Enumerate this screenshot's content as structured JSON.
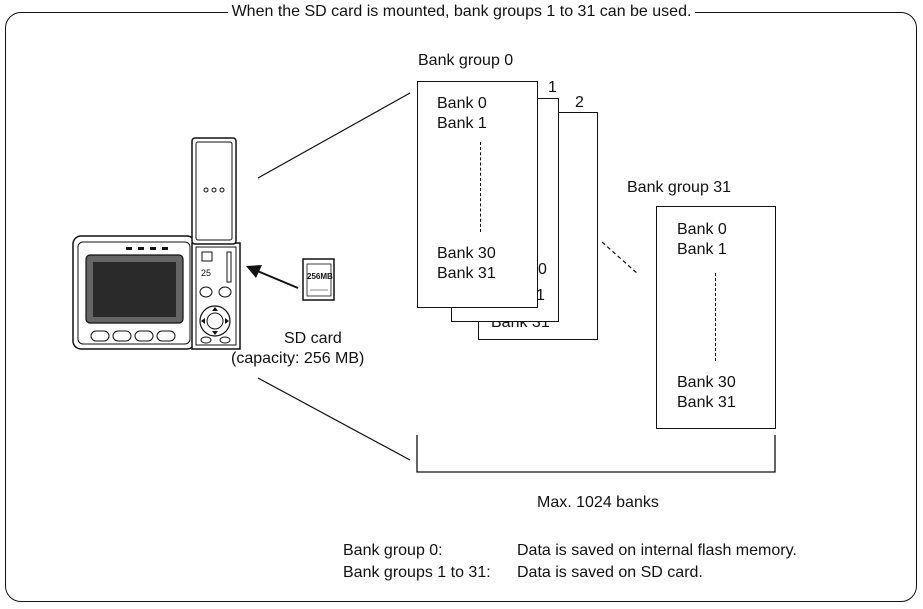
{
  "title": "When the SD card is mounted, bank groups 1 to 31 can be used.",
  "sd_card": {
    "label": "SD card",
    "capacity": "(capacity: 256 MB)",
    "card_text": "256MB"
  },
  "stack": {
    "front_label": "Bank group 0",
    "mid_label": "1",
    "back_label": "2",
    "bank_first": "Bank 0",
    "bank_second": "Bank 1",
    "bank_second_to_last": "Bank 30",
    "bank_last": "Bank 31"
  },
  "group31": {
    "label": "Bank group 31",
    "bank_first": "Bank 0",
    "bank_second": "Bank 1",
    "bank_second_to_last": "Bank 30",
    "bank_last": "Bank 31"
  },
  "max_label": "Max. 1024 banks",
  "legend": {
    "row1_key": "Bank group 0:",
    "row1_value": "Data is saved on internal flash memory.",
    "row2_key": "Bank groups 1 to 31:",
    "row2_value": "Data is saved on SD card."
  }
}
